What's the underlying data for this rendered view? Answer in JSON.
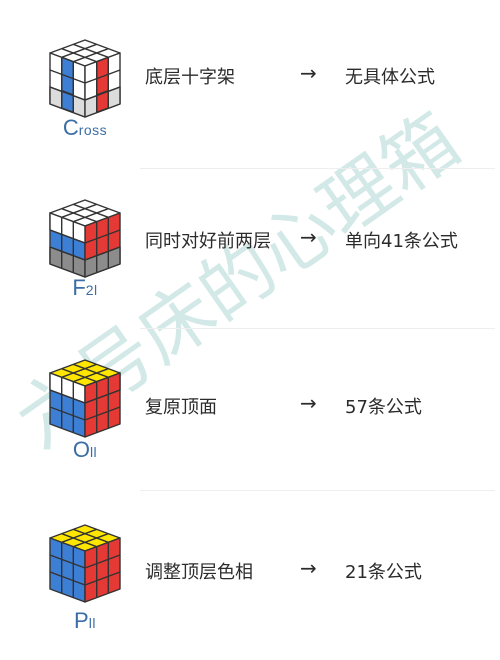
{
  "colors": {
    "label_blue": "#3c6ea6",
    "cube_red": "#e53935",
    "cube_blue": "#3e7fd6",
    "cube_yellow": "#ffe600",
    "cube_gray": "#8c8c8c",
    "cube_white": "#ffffff",
    "arrow": "#222222"
  },
  "steps": [
    {
      "abbr_big": "C",
      "abbr_small": "ross",
      "description": "底层十字架",
      "arrow": "→",
      "formula": "无具体公式",
      "icon": "cube-cross-icon"
    },
    {
      "abbr_big": "F",
      "abbr_small": "2l",
      "description": "同时对好前两层",
      "arrow": "→",
      "formula": "单向41条公式",
      "icon": "cube-f2l-icon"
    },
    {
      "abbr_big": "O",
      "abbr_small": "ll",
      "description": "复原顶面",
      "arrow": "→",
      "formula": "57条公式",
      "icon": "cube-oll-icon"
    },
    {
      "abbr_big": "P",
      "abbr_small": "ll",
      "description": "调整顶层色相",
      "arrow": "→",
      "formula": "21条公式",
      "icon": "cube-pll-icon"
    }
  ],
  "watermark": {
    "text": "六号床的心理箱"
  }
}
